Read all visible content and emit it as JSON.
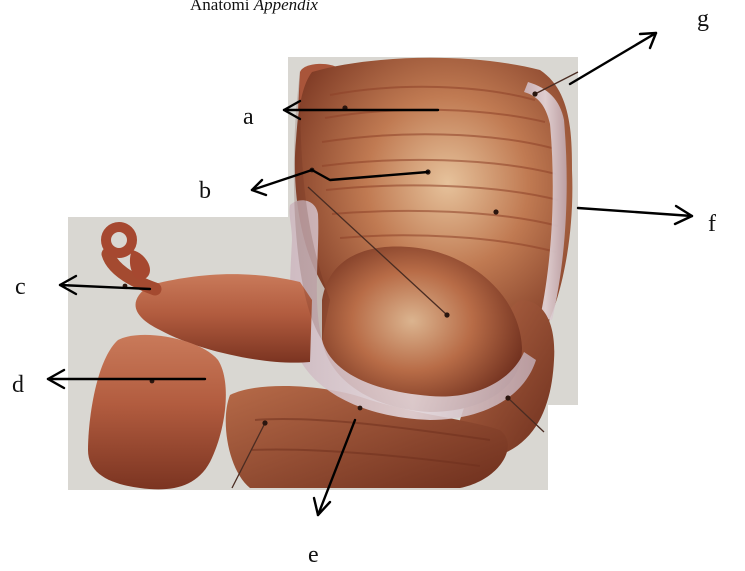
{
  "header": {
    "text_plain": "Anatomi ",
    "text_italic": "Appendix"
  },
  "labels": {
    "a": "a",
    "b": "b",
    "c": "c",
    "d": "d",
    "e": "e",
    "f": "f",
    "g": "g"
  },
  "colors": {
    "background_photo": "#d9d7d2",
    "organ_base": "#b45a3c",
    "organ_dark": "#6e2d1c",
    "organ_highlight": "#e9c29c",
    "taenia": "#dcd0d6"
  }
}
